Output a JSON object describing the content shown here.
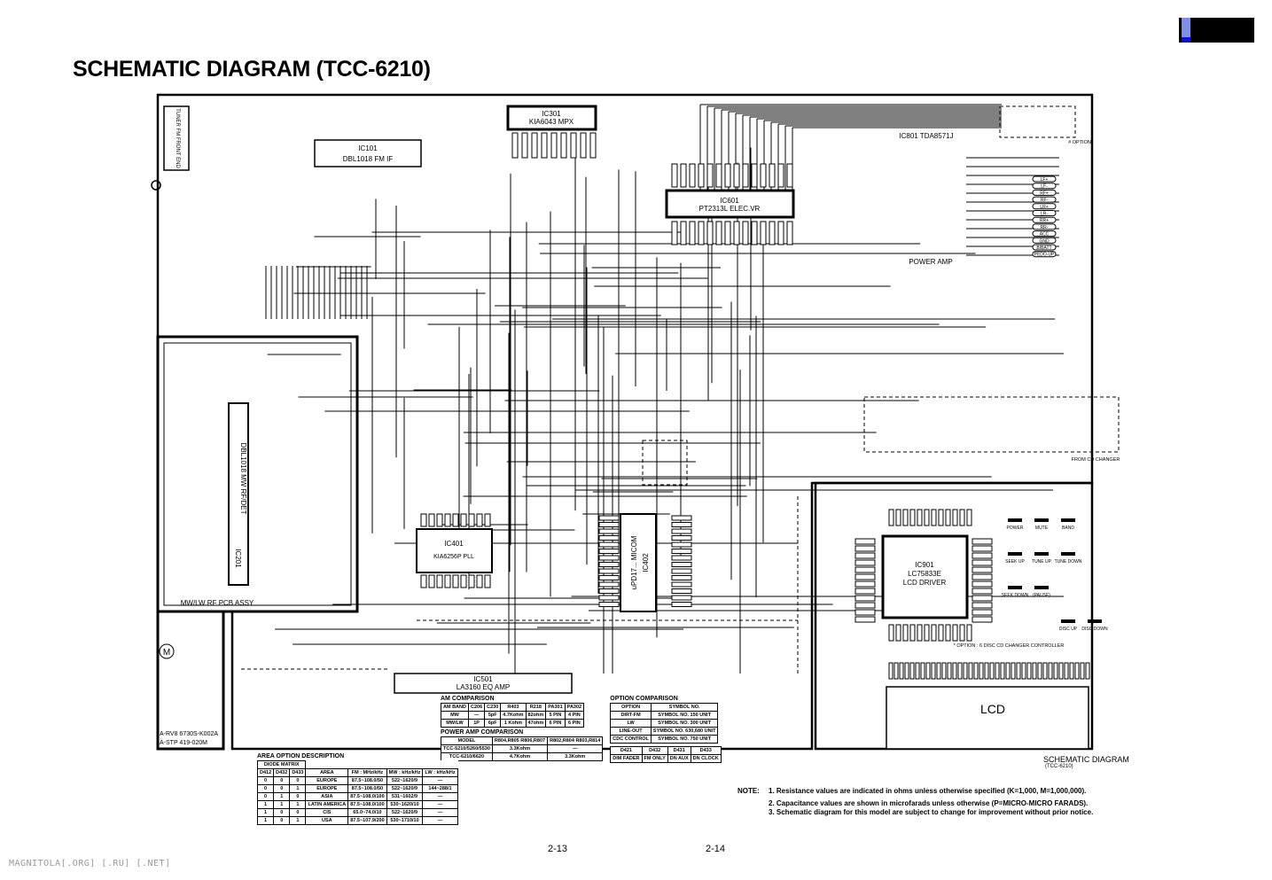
{
  "page": {
    "title": "SCHEMATIC DIAGRAM (TCC-6210)",
    "page_left": "2-13",
    "page_right": "2-14",
    "watermark": "MAGNITOLA[.ORG] [.RU] [.NET]"
  },
  "caption": {
    "line1": "SCHEMATIC DIAGRAM",
    "line2": "(TCC-6210)"
  },
  "notes": {
    "label": "NOTE:",
    "items": [
      "1. Resistance values are indicated in ohms unless otherwise specified (K=1,000, M=1,000,000).",
      "2. Capacitance values are shown in microfarads unless otherwise (P=MICRO-MICRO FARADS).",
      "3. Schematic diagram for this model are subject to change for improvement without prior notice."
    ]
  },
  "blocks": {
    "tuner": "TUNER FM FRONT END",
    "ic101_ref": "IC101",
    "ic101_name": "DBL1018 FM IF",
    "ic301_ref": "IC301",
    "ic301_name": "KIA6043 MPX",
    "ic601_ref": "IC601",
    "ic601_name": "PT2313L ELEC.VR",
    "ic801_name": "IC801 TDA8571J",
    "power_amp": "POWER AMP",
    "ic201_ref": "IC201",
    "ic201_name": "DBL1018 MW RF/DET",
    "rf_pcb": "MW/LW RF PCB ASSY",
    "ic401_ref": "IC401",
    "ic401_name": "KIA6256P PLL",
    "ic402_ref": "IC402",
    "ic402_name": "uPD17... MICOM",
    "ic501_ref": "IC501",
    "ic501_name": "LA3160 EQ AMP",
    "ic901_ref": "IC901",
    "ic901_part": "LC75833E",
    "ic901_name": "LCD DRIVER",
    "lcd": "LCD",
    "mech1": "A-RV8 6730S-K002A",
    "mech2": "A-STP 419-020M",
    "option_note": "* OPTION : 6 DISC CD CHANGER CONTROLLER",
    "cd_changer": "FROM CD CHANGER",
    "option_tag": "# OPTION",
    "speaker_pins": [
      "LF+",
      "LF-",
      "RF+",
      "RF-",
      "LR+",
      "LR-",
      "RR+",
      "RR-",
      "ACC",
      "GND",
      "B/BATT",
      "PEDO-UP"
    ],
    "keys": [
      "POWER",
      "MUTE",
      "BAND",
      "SEEK UP",
      "TUNE UP",
      "TUNE DOWN",
      "SEEK DOWN",
      "(PAUSE)",
      "DISC UP",
      "DISC DOWN"
    ]
  },
  "tables": {
    "am": {
      "title": "AM COMPARISON",
      "headers": [
        "AM BAND",
        "C206",
        "C230",
        "R403",
        "R218",
        "PA301",
        "PA302"
      ],
      "rows": [
        [
          "MW",
          "—",
          "5pF",
          "4.7Kohm",
          "82ohm",
          "5 PIN",
          "4 PIN"
        ],
        [
          "MW/LW",
          "1P",
          "6pF",
          "1 Kohm",
          "47ohm",
          "6 PIN",
          "6 PIN"
        ]
      ]
    },
    "power": {
      "title": "POWER AMP COMPARISON",
      "headers": [
        "MODEL",
        "R804,R805 R806,R807",
        "R802,R804 R803,R814"
      ],
      "rows": [
        [
          "TCC-5210/5260/5530",
          "3.3Kohm",
          "—"
        ],
        [
          "TCC-6210/6620",
          "4.7Kohm",
          "3.3Kohm"
        ]
      ]
    },
    "option": {
      "title": "OPTION COMPARISON",
      "headers": [
        "OPTION",
        "SYMBOL NO."
      ],
      "rows": [
        [
          "DIRT-FM",
          "SYMBOL NO. 150 UNIT"
        ],
        [
          "LW",
          "SYMBOL NO. 300 UNIT"
        ],
        [
          "LINE-OUT",
          "SYMBOL NO. 630,680 UNIT"
        ],
        [
          "CDC CONTROL",
          "SYMBOL NO. 750 UNIT"
        ]
      ]
    },
    "diode": {
      "headers": [
        "D421",
        "D432",
        "D431",
        "D433"
      ],
      "rows": [
        [
          "DIM FADER",
          "FM ONLY",
          "DN AUX",
          "DN CLOCK"
        ]
      ]
    },
    "area": {
      "title": "AREA OPTION DESCRIPTION",
      "matrix_label": "DIODE MATRIX",
      "headers": [
        "D412",
        "D432",
        "D433",
        "AREA",
        "FM : MHz/kHz",
        "MW : kHz/kHz",
        "LW : kHz/kHz"
      ],
      "rows": [
        [
          "0",
          "0",
          "0",
          "EUROPE",
          "87.5~108.0/50",
          "522~1620/9",
          "—"
        ],
        [
          "0",
          "0",
          "1",
          "EUROPE",
          "87.5~108.0/50",
          "522~1620/9",
          "144~288/1"
        ],
        [
          "0",
          "1",
          "0",
          "ASIA",
          "87.5~108.0/100",
          "531~1602/9",
          "—"
        ],
        [
          "1",
          "1",
          "1",
          "LATIN AMERICA",
          "87.5~108.0/100",
          "530~1620/10",
          "—"
        ],
        [
          "1",
          "0",
          "0",
          "CIS",
          "65.0~74.0/10",
          "522~1620/9",
          "—"
        ],
        [
          "1",
          "0",
          "1",
          "USA",
          "87.5~107.9/200",
          "530~1710/10",
          "—"
        ]
      ]
    }
  }
}
